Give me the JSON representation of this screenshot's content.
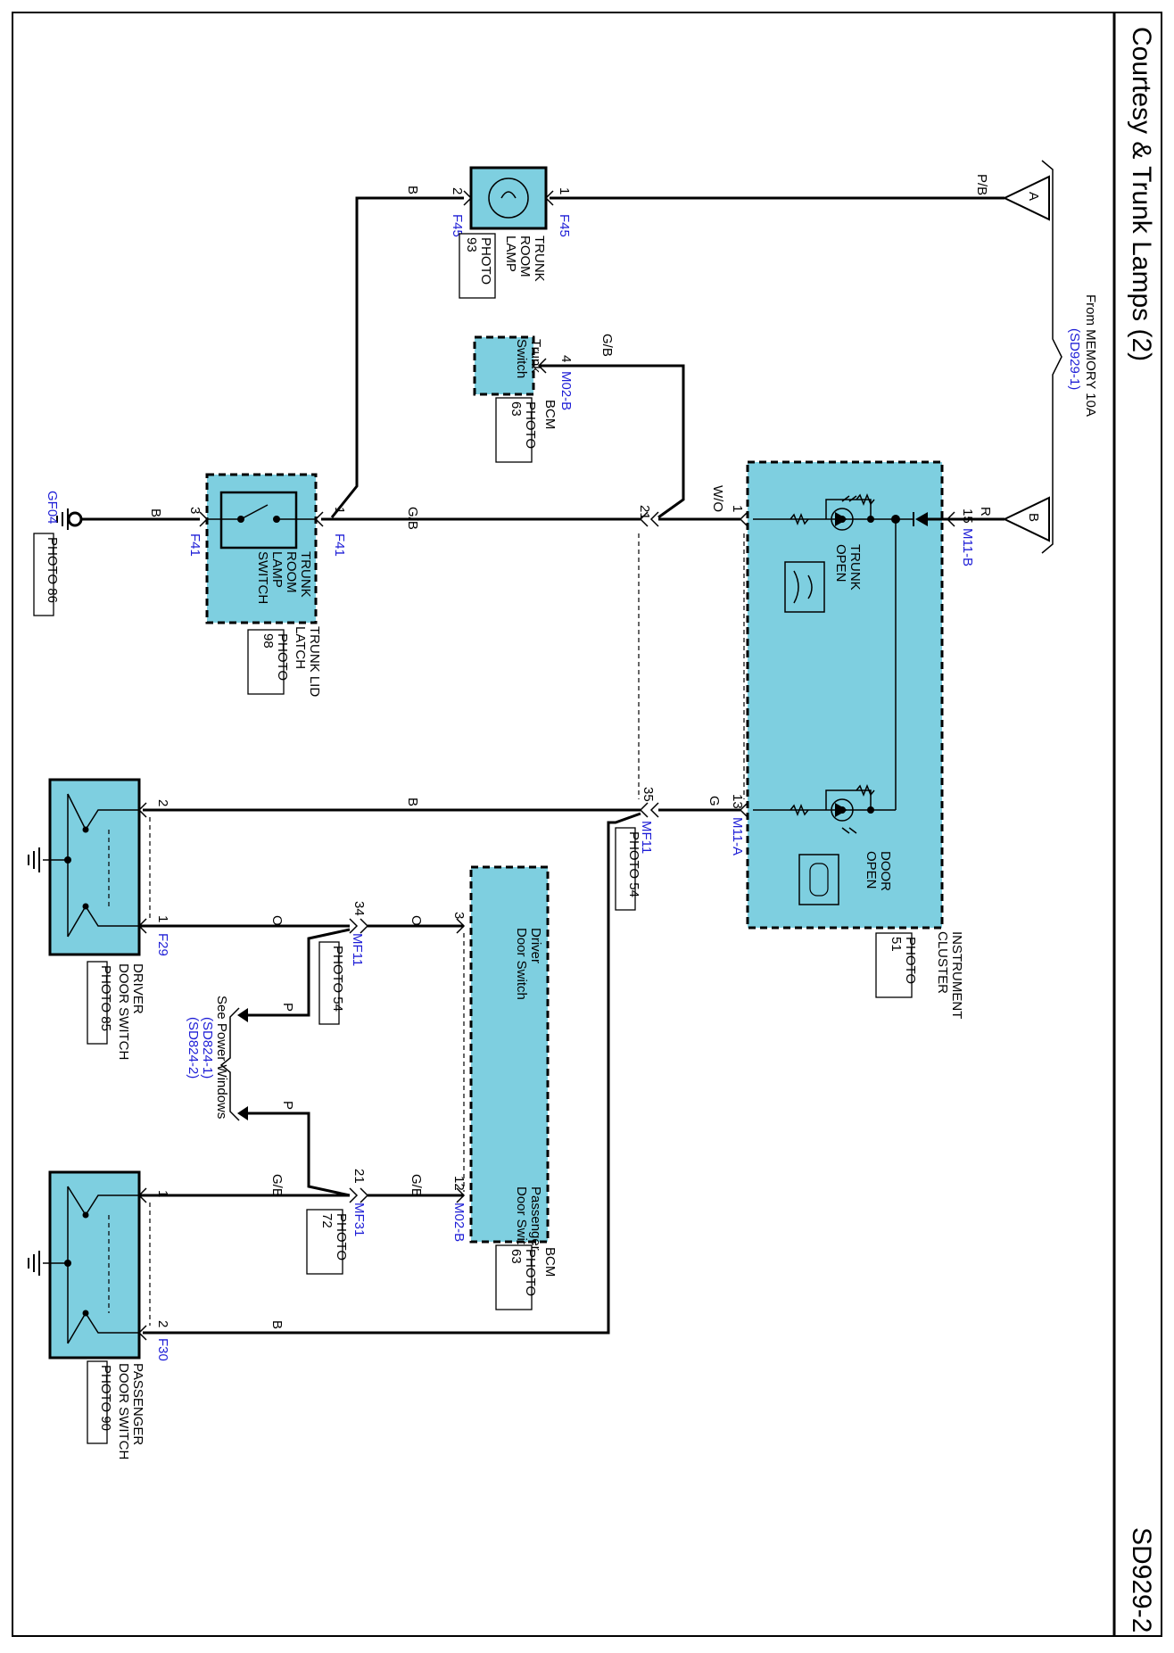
{
  "title": "Courtesy & Trunk Lamps (2)",
  "page_id": "SD929-2",
  "source_note": {
    "line1": "From MEMORY 10A",
    "line2": "(SD929-1)"
  },
  "offpage": {
    "a": "A",
    "b": "B"
  },
  "wires": {
    "pb": "P/B",
    "r": "R",
    "b_trunk_lamp": "B",
    "gb_bcm_trunk": "G/B",
    "wo": "W/O",
    "gb_latch": "G/B",
    "b_ground": "B",
    "g_door": "G",
    "b_driver": "B",
    "o_driver_sw": "O",
    "o_bcm": "O",
    "p_upper": "P",
    "p_lower": "P",
    "gb_pass": "G/B",
    "gb_bcm_pass": "G/B",
    "b_pass": "B"
  },
  "pins": {
    "f45_1": "1",
    "f45_2": "2",
    "m02b_4": "4",
    "mf_21a": "21",
    "m11b_1": "1",
    "m11b_15": "15",
    "f41_1": "1",
    "f41_3": "3",
    "mf11_35": "35",
    "m11a_13": "13",
    "f29_2": "2",
    "f29_1": "1",
    "mf11_34": "34",
    "bcm_3": "3",
    "mf31_21": "21",
    "m02b_12": "12",
    "f30_1": "1",
    "f30_2": "2"
  },
  "connectors": {
    "f45_right": "F45",
    "f45_left": "F45",
    "m02b_top": "M02-B",
    "m11b": "M11-B",
    "f41": "F41",
    "gf04": "GF04",
    "mf11_top": "MF11",
    "m11a": "M11-A",
    "f29": "F29",
    "mf11_mid": "MF11",
    "mf31": "MF31",
    "m02b_bottom": "M02-B",
    "f30": "F30"
  },
  "components": {
    "trunk_room_lamp": {
      "lines": [
        "TRUNK",
        "ROOM",
        "LAMP"
      ],
      "photo": [
        "PHOTO",
        "93"
      ]
    },
    "bcm_top": {
      "inside": [
        "Trunk",
        "Switch"
      ],
      "name": "BCM",
      "photo": [
        "PHOTO",
        "63"
      ]
    },
    "instrument_cluster": {
      "lines": [
        "INSTRUMENT",
        "CLUSTER"
      ],
      "photo": [
        "PHOTO",
        "51"
      ],
      "trunk_open": [
        "TRUNK",
        "OPEN"
      ],
      "door_open": [
        "DOOR",
        "OPEN"
      ]
    },
    "trunk_lid_latch": {
      "inside": [
        "TRUNK",
        "ROOM",
        "LAMP",
        "SWITCH"
      ],
      "lines": [
        "TRUNK LID",
        "LATCH"
      ],
      "photo": [
        "PHOTO",
        "98"
      ]
    },
    "ground": {
      "photo": "PHOTO 86"
    },
    "mf11_photo": "PHOTO 54",
    "mf11_photo_mid": [
      "PHOTO 54"
    ],
    "driver_door_switch": {
      "lines": [
        "DRIVER",
        "DOOR SWITCH"
      ],
      "photo": "PHOTO 85"
    },
    "bcm_bottom": {
      "driver": [
        "Driver",
        "Door Switch"
      ],
      "passenger": [
        "Passenger",
        "Door Switch"
      ],
      "name": "BCM",
      "photo": [
        "PHOTO",
        "63"
      ]
    },
    "power_windows": {
      "line1": "See Power Windows",
      "line2": "(SD824-1)",
      "line3": "(SD824-2)"
    },
    "mf31_photo": [
      "PHOTO",
      "72"
    ],
    "passenger_door_switch": {
      "lines": [
        "PASSENGER",
        "DOOR SWITCH"
      ],
      "photo": "PHOTO 90"
    }
  }
}
